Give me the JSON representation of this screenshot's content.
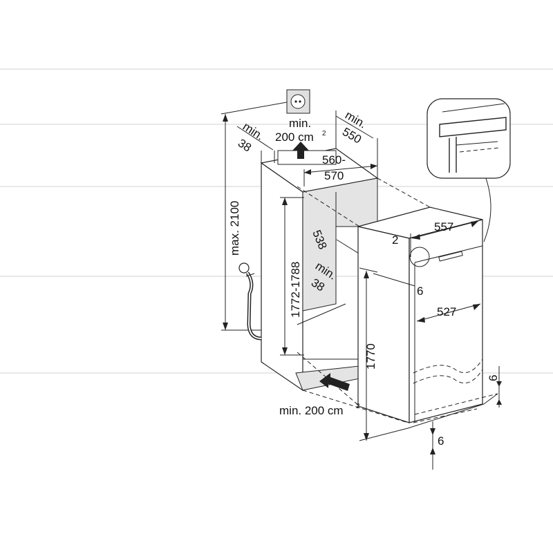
{
  "diagram": {
    "labels": {
      "vent_top_min": "min.",
      "vent_top_area": "200 cm",
      "vent_top_sup": "2",
      "depth_min_label": "min.",
      "depth_min_value": "550",
      "side_gap_min_label": "min.",
      "side_gap_min_value": "38",
      "width_range_line1": "560-",
      "width_range_line2": "570",
      "height_max": "max. 2100",
      "niche_height": "1772-1788",
      "inner_depth": "538",
      "rear_gap_min_label": "min.",
      "rear_gap_min_value": "38",
      "door_gap": "2",
      "unit_width": "557",
      "side_offset": "6",
      "door_width": "527",
      "unit_height": "1770",
      "plinth_offset": "6",
      "bottom_offset": "6",
      "vent_bottom": "min. 200 cm",
      "vent_bottom_sup": "2"
    },
    "colors": {
      "line": "#222222",
      "niche_shade": "#e6e6e6",
      "ghost": "#eaeaea"
    }
  }
}
